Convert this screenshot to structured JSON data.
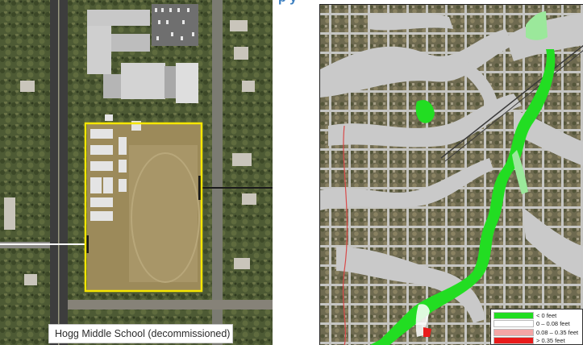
{
  "slide": {
    "title_fragment": "p                         y"
  },
  "left_panel": {
    "caption": "Hogg Middle School (decommissioned)",
    "outline_color": "#f5e600"
  },
  "right_panel": {
    "legend": {
      "items": [
        {
          "label": "< 0 feet",
          "color": "#22dd22"
        },
        {
          "label": "0 – 0.08 feet",
          "color": "#ffffff"
        },
        {
          "label": "0.08 – 0.35 feet",
          "color": "#f4a6a6"
        },
        {
          "label": "> 0.35 feet",
          "color": "#e81a1a"
        }
      ]
    },
    "flood_color": "#22dd22",
    "impervious_color": "#c9c9c9"
  }
}
